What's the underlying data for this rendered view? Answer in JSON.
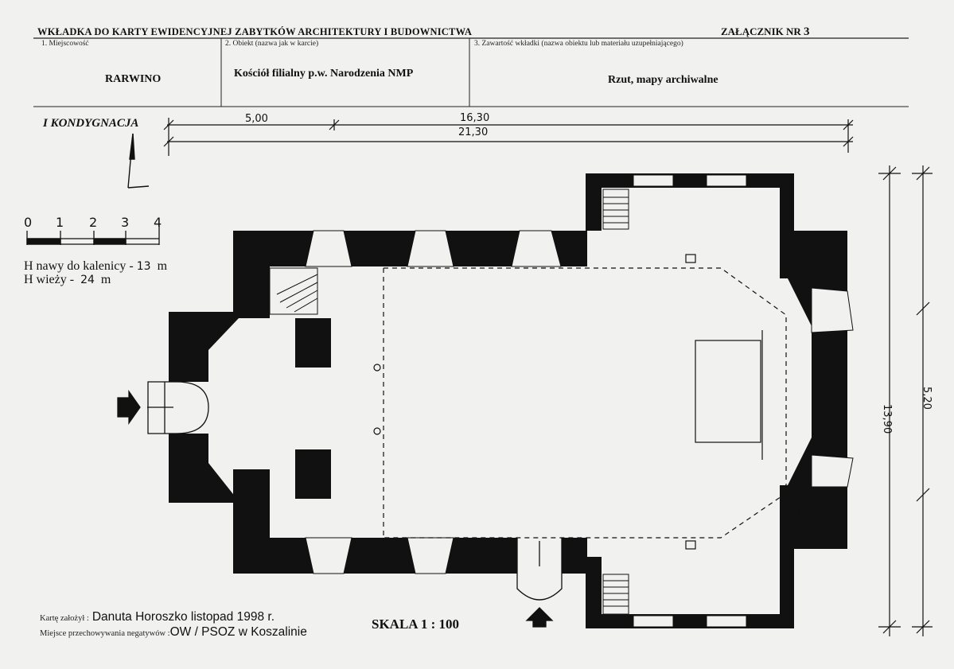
{
  "header": {
    "title": "WKŁADKA DO KARTY EWIDENCYJNEJ ZABYTKÓW ARCHITEKTURY I BUDOWNICTWA",
    "annex_label": "ZAŁĄCZNIK NR",
    "annex_number": "3"
  },
  "fields": {
    "f1_label": "1. Miejscowość",
    "f1_value": "RARWINO",
    "f2_label": "2. Obiekt (nazwa jak w karcie)",
    "f2_value": "Kościół filialny  p.w. Narodzenia NMP",
    "f3_label": "3. Zawartość wkładki (nazwa obiektu lub materiału uzupełniającego)",
    "f3_value": "Rzut, mapy archiwalne"
  },
  "drawing": {
    "level_title": "I KONDYGNACJA",
    "dim_top_1": "5,00",
    "dim_top_2": "16,30",
    "dim_top_total": "21,30",
    "dim_right_1": "13,90",
    "dim_right_2": "5,20",
    "scale_bar_ticks": [
      "0",
      "1",
      "2",
      "3",
      "4"
    ],
    "h_nave_label": "H nawy do kalenicy -",
    "h_nave_value": "13",
    "h_tower_label": "H wieży -",
    "h_tower_value": "24",
    "unit": "m"
  },
  "footer": {
    "author_label": "Kartę założył :",
    "author_value": "Danuta Horoszko listopad  1998 r.",
    "storage_label": "Miejsce przechowywania negatywów :",
    "storage_value": "OW / PSOZ w Koszalinie",
    "scale": "SKALA 1 : 100"
  }
}
